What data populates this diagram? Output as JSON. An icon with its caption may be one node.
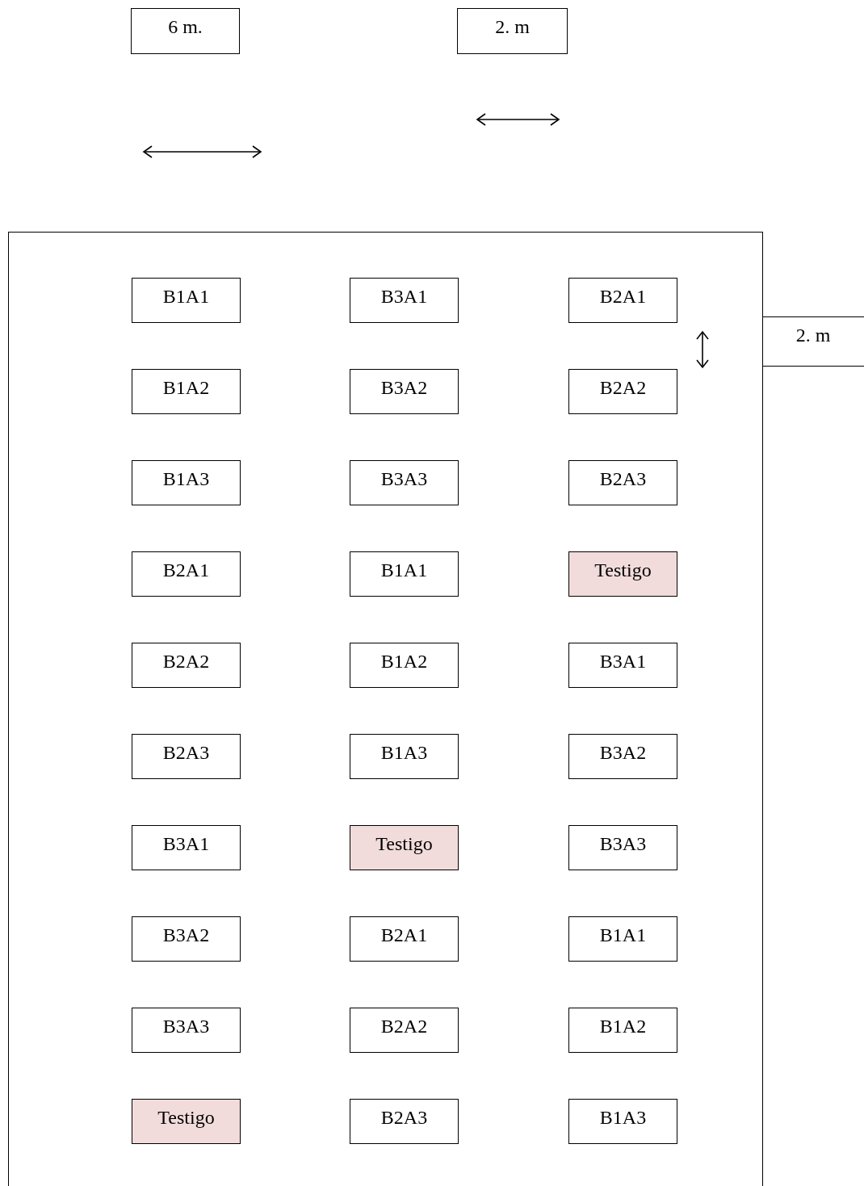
{
  "diagram": {
    "nodes": [
      {
        "text": [
          "6 m."
        ]
      },
      {
        "text": [
          "2. m"
        ]
      },
      {
        "text": [],
        "shape": "box"
      },
      {
        "text": [
          "B1A1"
        ],
        "in": 2
      },
      {
        "text": [
          "B3A1"
        ],
        "in": 2
      },
      {
        "text": [
          "B2A1"
        ],
        "in": 2
      },
      {
        "text": [
          "B1A2"
        ],
        "in": 2
      },
      {
        "text": [
          "B3A2"
        ],
        "in": 2
      },
      {
        "text": [
          "B2A2"
        ],
        "in": 2
      },
      {
        "text": [
          "B1A3"
        ],
        "in": 2
      },
      {
        "text": [
          "B3A3"
        ],
        "in": 2
      },
      {
        "text": [
          "B2A3"
        ],
        "in": 2
      },
      {
        "text": [
          "B2A1"
        ],
        "in": 2
      },
      {
        "text": [
          "B1A1"
        ],
        "in": 2
      },
      {
        "text": [
          "Testigo"
        ],
        "in": 2
      },
      {
        "text": [
          "B2A2"
        ],
        "in": 2
      },
      {
        "text": [
          "B1A2"
        ],
        "in": 2
      },
      {
        "text": [
          "B3A1"
        ],
        "in": 2
      },
      {
        "text": [
          "B2A3"
        ],
        "in": 2
      },
      {
        "text": [
          "B1A3"
        ],
        "in": 2
      },
      {
        "text": [
          "B3A2"
        ],
        "in": 2
      },
      {
        "text": [
          "B3A1"
        ],
        "in": 2
      },
      {
        "text": [
          "Testigo"
        ],
        "in": 2
      },
      {
        "text": [
          "B3A3"
        ],
        "in": 2
      },
      {
        "text": [
          "B3A2"
        ],
        "in": 2
      },
      {
        "text": [
          "B2A1"
        ],
        "in": 2
      },
      {
        "text": [
          "B1A1"
        ],
        "in": 2
      },
      {
        "text": [
          "B3A3"
        ],
        "in": 2
      },
      {
        "text": [
          "B2A2"
        ],
        "in": 2
      },
      {
        "text": [
          "B1A2"
        ],
        "in": 2
      },
      {
        "text": [
          "Testigo"
        ],
        "in": 2
      },
      {
        "text": [
          "B2A3"
        ],
        "in": 2
      },
      {
        "text": [
          "B1A3"
        ],
        "in": 2
      },
      {
        "text": [
          "2. m"
        ]
      }
    ]
  }
}
